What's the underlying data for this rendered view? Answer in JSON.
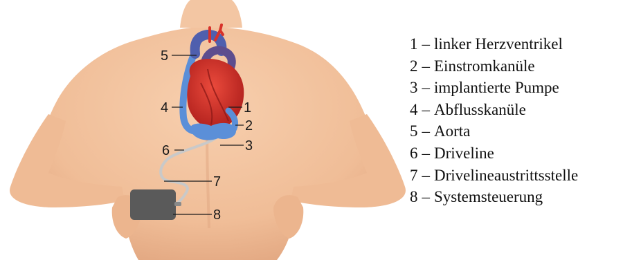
{
  "diagram": {
    "callouts": [
      {
        "id": "5",
        "number": "5"
      },
      {
        "id": "4",
        "number": "4"
      },
      {
        "id": "1",
        "number": "1"
      },
      {
        "id": "2",
        "number": "2"
      },
      {
        "id": "3",
        "number": "3"
      },
      {
        "id": "6",
        "number": "6"
      },
      {
        "id": "7",
        "number": "7"
      },
      {
        "id": "8",
        "number": "8"
      }
    ],
    "legend": [
      {
        "number": "1",
        "separator": "–",
        "label": "linker Herzventrikel"
      },
      {
        "number": "2",
        "separator": "–",
        "label": "Einstromkanüle"
      },
      {
        "number": "3",
        "separator": "–",
        "label": "implantierte Pumpe"
      },
      {
        "number": "4",
        "separator": "–",
        "label": "Abflusskanüle"
      },
      {
        "number": "5",
        "separator": "–",
        "label": "Aorta"
      },
      {
        "number": "6",
        "separator": "–",
        "label": "Driveline"
      },
      {
        "number": "7",
        "separator": "–",
        "label": "Drivelineaustrittsstelle"
      },
      {
        "number": "8",
        "separator": "–",
        "label": "Systemsteuerung"
      }
    ],
    "colors": {
      "skin": "#f2c19c",
      "skin_shadow": "#e0a682",
      "heart": "#d8322a",
      "heart_dark": "#a61d1b",
      "cannula": "#5b8fd8",
      "vessel_blue": "#4f5fae",
      "controller": "#555555",
      "cable": "#c8c8c8"
    }
  }
}
